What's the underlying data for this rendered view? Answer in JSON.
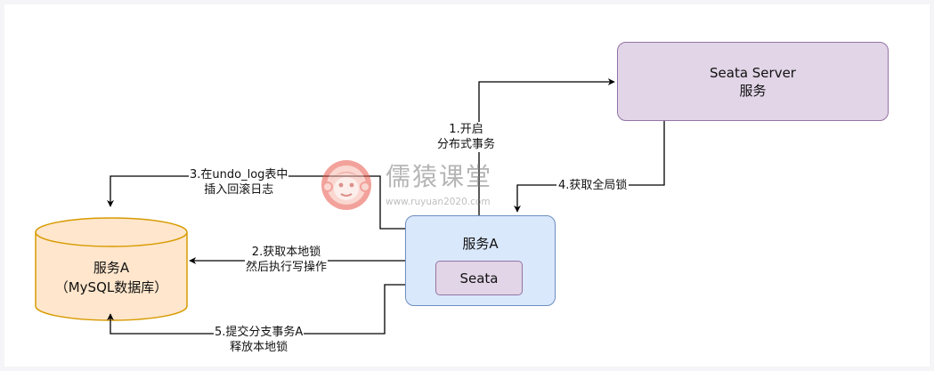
{
  "nodes": {
    "seata_server": {
      "line1": "Seata Server",
      "line2": "服务"
    },
    "service_a": {
      "title": "服务A",
      "inner": "Seata"
    },
    "database": {
      "line1": "服务A",
      "line2": "（MySQL数据库）"
    }
  },
  "edges": {
    "step1": {
      "line1": "1.开启",
      "line2": "分布式事务"
    },
    "step2": {
      "line1": "2.获取本地锁",
      "line2": "然后执行写操作"
    },
    "step3": {
      "line1": "3.在undo_log表中",
      "line2": "插入回滚日志"
    },
    "step4": {
      "line1": "4.获取全局锁"
    },
    "step5": {
      "line1": "5.提交分支事务A",
      "line2": "释放本地锁"
    }
  },
  "watermark": {
    "title": "儒猿课堂",
    "url": "www.ruyuan2020.com"
  },
  "colors": {
    "purple_fill": "#e1d5e7",
    "purple_stroke": "#9673a6",
    "blue_fill": "#dae8fc",
    "blue_stroke": "#6c8ebf",
    "orange_fill": "#ffe6cc",
    "orange_stroke": "#d79b00",
    "logo_red": "#e8574b"
  }
}
